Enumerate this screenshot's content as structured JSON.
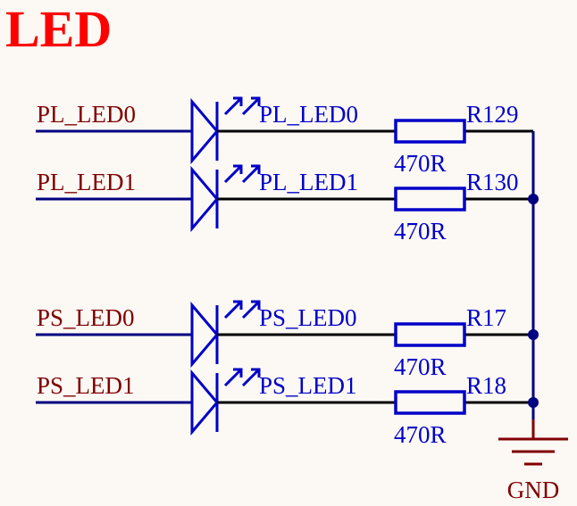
{
  "title": "LED",
  "rows": [
    {
      "net": "PL_LED0",
      "led_net": "PL_LED0",
      "ref": "R129",
      "value": "470R"
    },
    {
      "net": "PL_LED1",
      "led_net": "PL_LED1",
      "ref": "R130",
      "value": "470R"
    },
    {
      "net": "PS_LED0",
      "led_net": "PS_LED0",
      "ref": "R17",
      "value": "470R"
    },
    {
      "net": "PS_LED1",
      "led_net": "PS_LED1",
      "ref": "R18",
      "value": "470R"
    }
  ],
  "ground": {
    "label": "GND"
  },
  "colors": {
    "title": "#ff0000",
    "net_label": "#800000",
    "component": "#0000c8",
    "wire": "#000080",
    "background": "#fcf9f4"
  }
}
